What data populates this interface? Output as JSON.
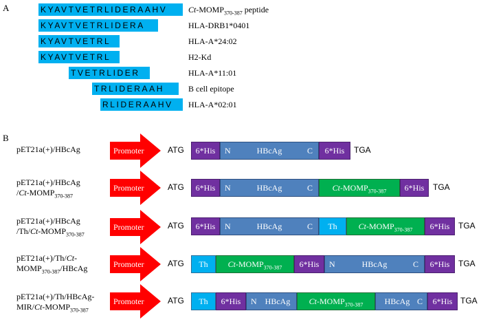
{
  "panel_a_letter": "A",
  "panel_b_letter": "B",
  "peptides": [
    {
      "seq": "KYAVTVETRLIDERAAHV",
      "label_italic": "Ct",
      "label_rest": "-MOMP",
      "label_sub": "370-387",
      "label_after": " peptide"
    },
    {
      "seq": "KYAVTVETRLIDERA",
      "label": "HLA-DRB1*0401"
    },
    {
      "seq": "KYAVTVETRL",
      "label": "HLA-A*24:02"
    },
    {
      "seq": "KYAVTVETRL",
      "label": "H2-Kd"
    },
    {
      "seq": "TVETRLIDER",
      "label": "HLA-A*11:01"
    },
    {
      "seq": "TRLIDERAAH",
      "label": "B cell epitope"
    },
    {
      "seq": "RLIDERAAHV",
      "label": "HLA-A*02:01"
    }
  ],
  "constructs": [
    {
      "name_lines": [
        "pET21a(+)/HBcAg"
      ]
    },
    {
      "name_lines": [
        "pET21a(+)/HBcAg",
        "/Ct-MOMP370-387"
      ]
    },
    {
      "name_lines": [
        "pET21a(+)/HBcAg",
        "/Th/Ct-MOMP370-387"
      ]
    },
    {
      "name_lines": [
        "pET21a(+)/Th/Ct-",
        "MOMP370-387/HBcAg"
      ]
    },
    {
      "name_lines": [
        "pET21a(+)/Th/HBcAg-",
        "MIR/Ct-MOMP370-387"
      ]
    }
  ],
  "labels": {
    "promoter": "Promoter",
    "atg": "ATG",
    "tga": "TGA",
    "his": "6*His",
    "hbcag": "HBcAg",
    "n": "N",
    "c": "C",
    "th": "Th",
    "ct_italic": "Ct",
    "momp": "-MOMP",
    "momp_sub": "370-387"
  },
  "colors": {
    "peptide_bar": "#00b0f0",
    "promoter": "#ff0000",
    "his_tag": "#7030a0",
    "hbcag": "#4f81bd",
    "ct_momp": "#00b050",
    "th": "#00b0f0"
  }
}
